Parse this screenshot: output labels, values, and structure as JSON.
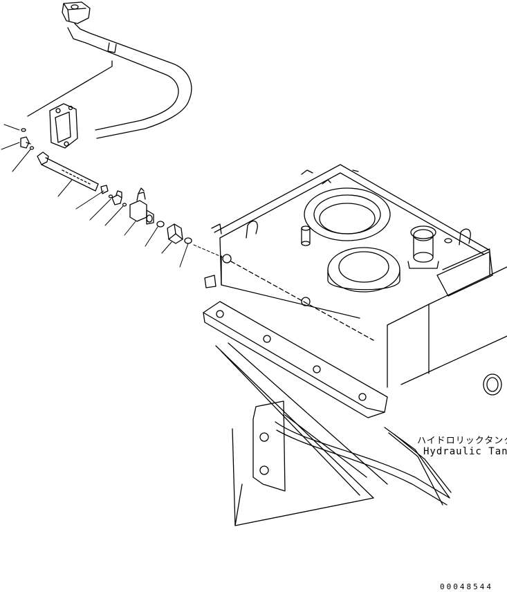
{
  "labels": {
    "part_name_jp": "ハイドロリックタンク",
    "part_name_en": "Hydraulic Tank"
  },
  "drawing_number": "00048544",
  "colors": {
    "line": "#000000",
    "background": "#ffffff"
  }
}
